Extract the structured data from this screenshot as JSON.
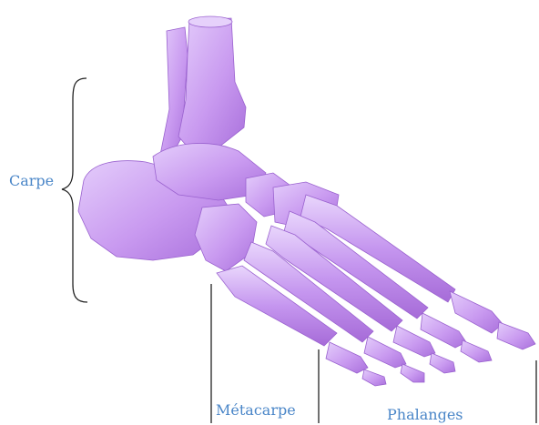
{
  "labels": {
    "carpe": "Carpe",
    "metacarpe": "Métacarpe",
    "phalanges": "Phalanges"
  },
  "colors": {
    "label_text": "#4a86c8",
    "bone_fill": "#c99af0",
    "bone_shade": "#a970dc",
    "bone_highlight": "#e4cdfb",
    "lines": "#222222"
  }
}
